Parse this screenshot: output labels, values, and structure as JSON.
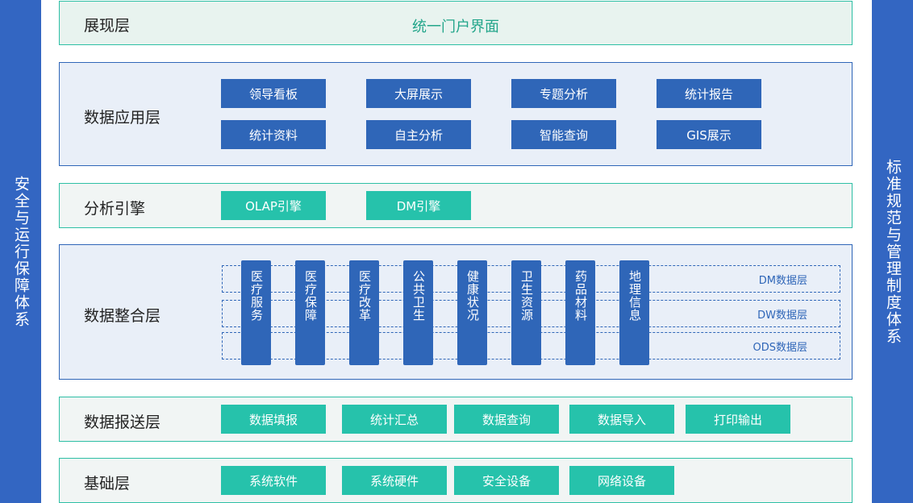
{
  "side_left": "安全与运行保障体系",
  "side_right": "标准规范与管理制度体系",
  "layers": {
    "presentation": {
      "title": "展现层",
      "content": "统一门户界面"
    },
    "application": {
      "title": "数据应用层",
      "buttons": [
        "领导看板",
        "大屏展示",
        "专题分析",
        "统计报告",
        "统计资料",
        "自主分析",
        "智能查询",
        "GIS展示"
      ]
    },
    "engine": {
      "title": "分析引擎",
      "buttons": [
        "OLAP引擎",
        "DM引擎"
      ]
    },
    "integration": {
      "title": "数据整合层",
      "bands": [
        "DM数据层",
        "DW数据层",
        "ODS数据层"
      ],
      "columns": [
        "医疗服务",
        "医疗保障",
        "医疗改革",
        "公共卫生",
        "健康状况",
        "卫生资源",
        "药品材料",
        "地理信息"
      ]
    },
    "reporting": {
      "title": "数据报送层",
      "buttons": [
        "数据填报",
        "统计汇总",
        "数据查询",
        "数据导入",
        "打印输出"
      ]
    },
    "foundation": {
      "title": "基础层",
      "buttons": [
        "系统软件",
        "系统硬件",
        "安全设备",
        "网络设备"
      ]
    }
  }
}
